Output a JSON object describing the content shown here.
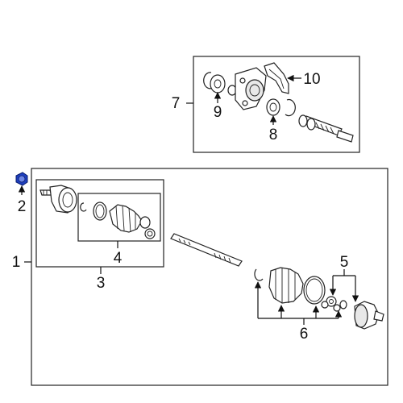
{
  "callouts": {
    "c1": "1",
    "c2": "2",
    "c3": "3",
    "c4": "4",
    "c5": "5",
    "c6": "6",
    "c7": "7",
    "c8": "8",
    "c9": "9",
    "c10": "10"
  },
  "colors": {
    "highlight": "#1f3fbf",
    "line": "#222222",
    "background": "#ffffff"
  }
}
